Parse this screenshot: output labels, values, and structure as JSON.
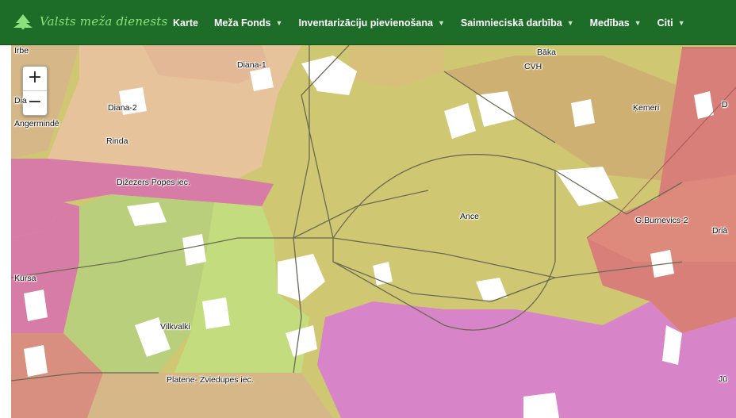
{
  "header": {
    "brand_text": "Valsts meža dienests",
    "nav": [
      {
        "label": "Karte",
        "dropdown": false
      },
      {
        "label": "Meža Fonds",
        "dropdown": true
      },
      {
        "label": "Inventarizāciju pievienošana",
        "dropdown": true
      },
      {
        "label": "Saimnieciskā darbība",
        "dropdown": true
      },
      {
        "label": "Medības",
        "dropdown": true
      },
      {
        "label": "Citi",
        "dropdown": true
      }
    ]
  },
  "map": {
    "zoom_in": "+",
    "zoom_out": "−",
    "labels": [
      "Irbe",
      "Diana-1",
      "Bāka",
      "CVH",
      "Dia",
      "Ķemeri",
      "D",
      "Diana-2",
      "Angermindē",
      "Rinda",
      "Dižezers Popes iec.",
      "Ance",
      "G.Burnevics-2",
      "Driā",
      "Kursa",
      "Vilkvalki",
      "Platene- Zviedupes iec.",
      "Jū"
    ]
  },
  "colors": {
    "navbar": "#1d6d28",
    "olive": "#cfc772",
    "light_green": "#c3dd7e",
    "green": "#b9cf7c",
    "tan": "#e6c39b",
    "pink": "#d67ca6",
    "magenta": "#d784c8",
    "red": "#d77f78",
    "brown_tan": "#d6b888"
  }
}
